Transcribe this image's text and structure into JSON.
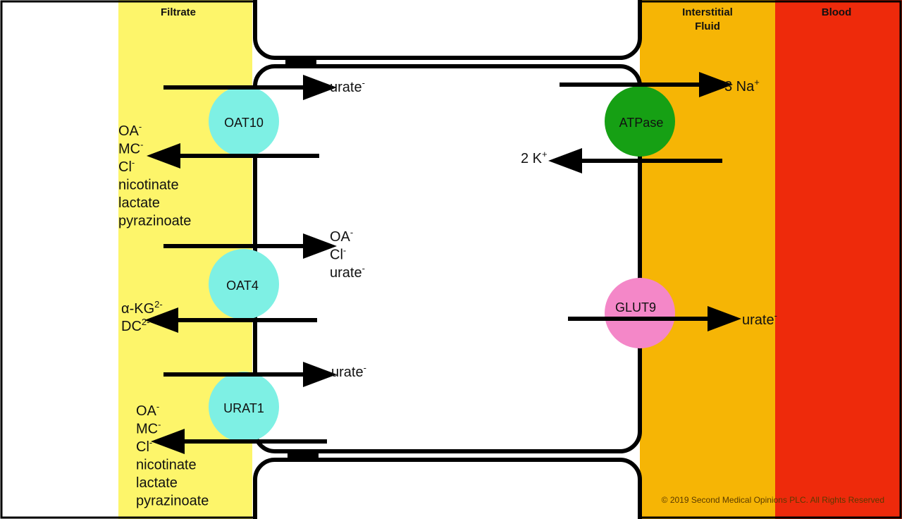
{
  "colors": {
    "filtrate": "#fdf56a",
    "interstitial": "#f6b505",
    "blood": "#ee2a0b",
    "oat": "#7ef0e4",
    "atpase": "#16a014",
    "glut9": "#f487c8",
    "line": "#000000"
  },
  "regions": {
    "filtrate": "Filtrate",
    "interstitial_line1": "Interstitial",
    "interstitial_line2": "Fluid",
    "blood": "Blood"
  },
  "transporters": {
    "oat10": "OAT10",
    "oat4": "OAT4",
    "urat1": "URAT1",
    "atpase": "ATPase",
    "glut9": "GLUT9"
  },
  "labels": {
    "oat10_in": "urate",
    "oat10_in_sup": "-",
    "oat10_out": [
      {
        "t": "OA",
        "s": "-"
      },
      {
        "t": "MC",
        "s": "-"
      },
      {
        "t": "Cl",
        "s": "-"
      },
      {
        "t": "nicotinate",
        "s": ""
      },
      {
        "t": "lactate",
        "s": ""
      },
      {
        "t": "pyrazinoate",
        "s": ""
      }
    ],
    "oat4_in": [
      {
        "t": "OA",
        "s": "-"
      },
      {
        "t": "Cl",
        "s": "-"
      },
      {
        "t": "urate",
        "s": "-"
      }
    ],
    "oat4_out": [
      {
        "t": "α-KG",
        "s": "2-"
      },
      {
        "t": "DC",
        "s": "2-"
      }
    ],
    "urat1_in": "urate",
    "urat1_in_sup": "-",
    "urat1_out": [
      {
        "t": "OA",
        "s": "-"
      },
      {
        "t": "MC",
        "s": "-"
      },
      {
        "t": "Cl",
        "s": "-"
      },
      {
        "t": "nicotinate",
        "s": ""
      },
      {
        "t": "lactate",
        "s": ""
      },
      {
        "t": "pyrazinoate",
        "s": ""
      }
    ],
    "atpase_out": "3 Na",
    "atpase_out_sup": "+",
    "atpase_in": "2 K",
    "atpase_in_sup": "+",
    "glut9_out": "urate",
    "glut9_out_sup": "-"
  },
  "copyright": "© 2019 Second Medical Opinions PLC. All Rights Reserved"
}
